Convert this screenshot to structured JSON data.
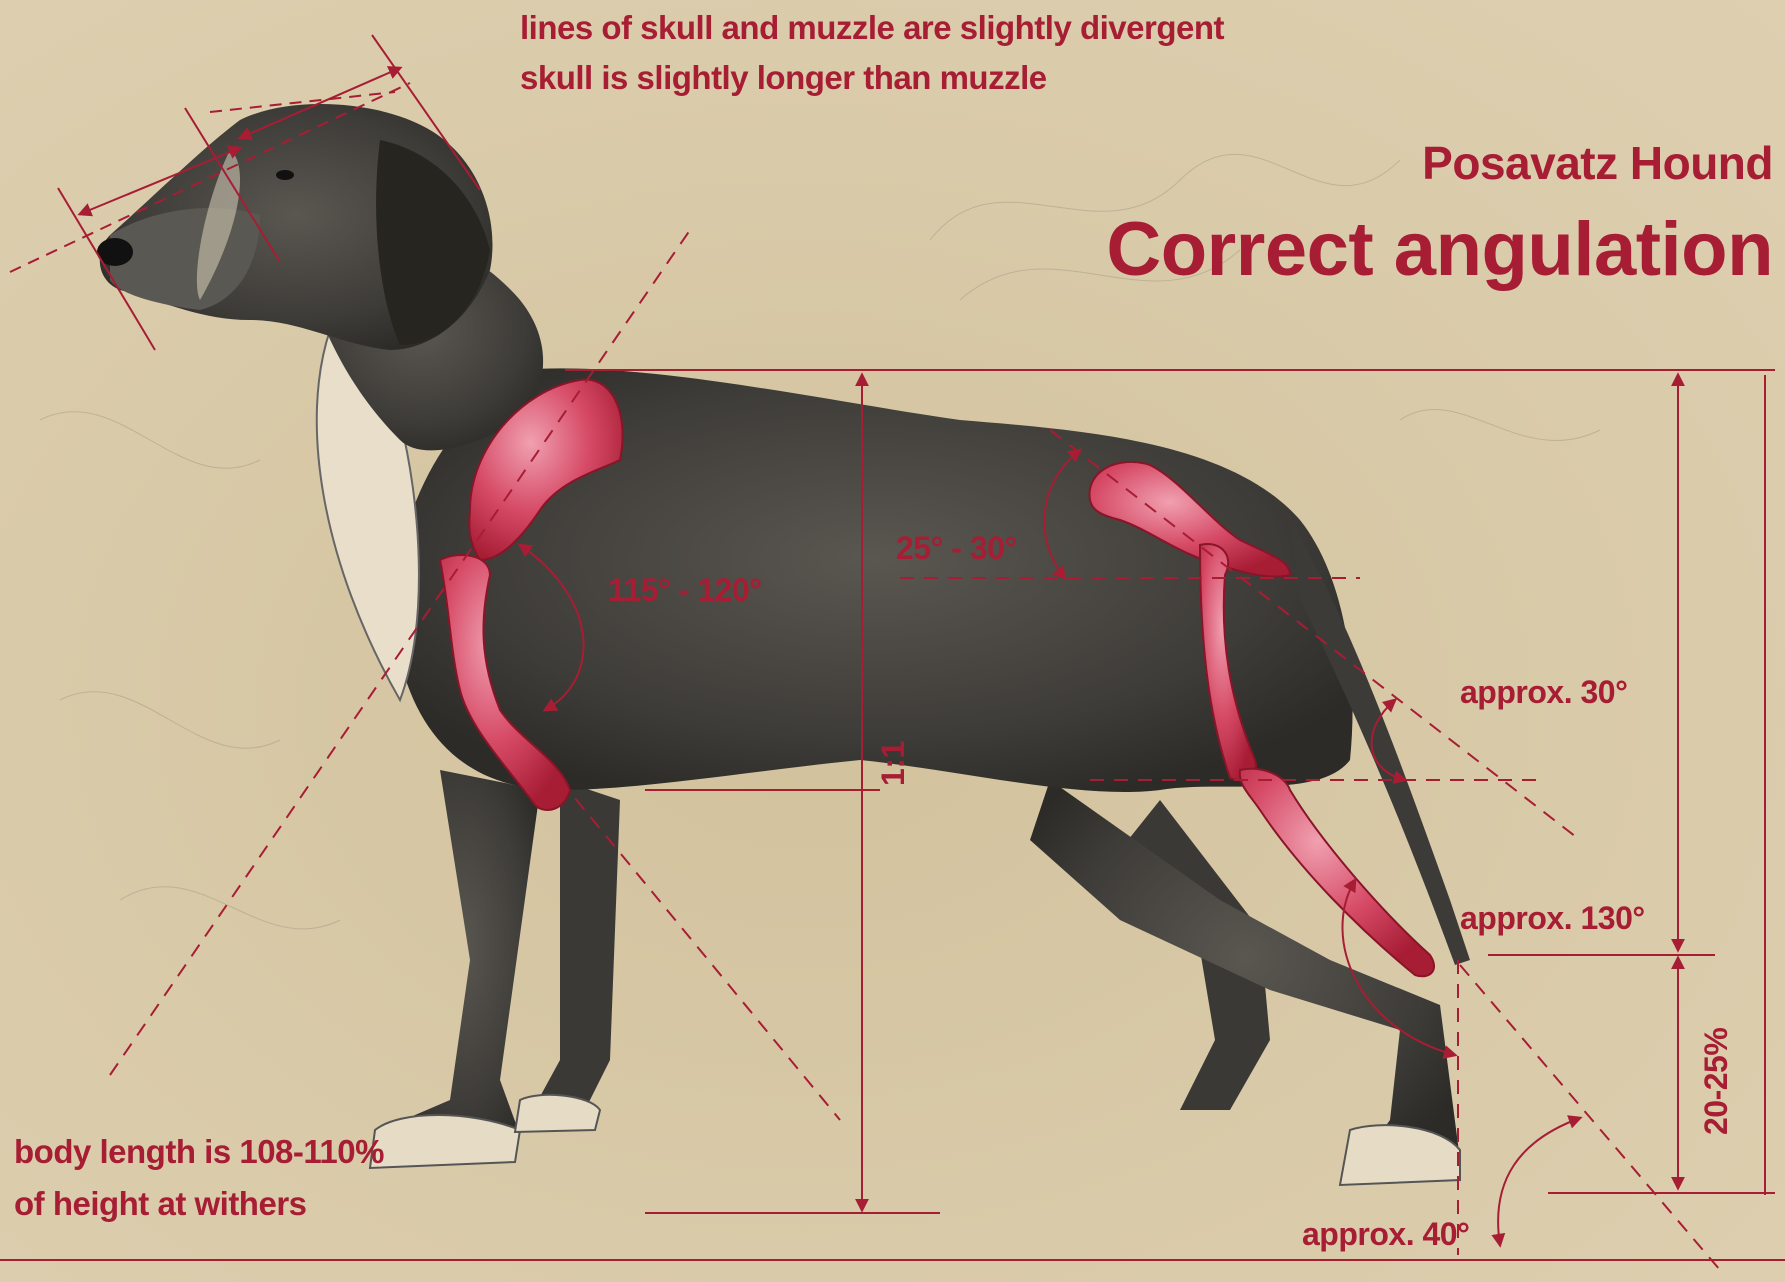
{
  "title": {
    "breed": "Posavatz Hound",
    "heading": "Correct angulation"
  },
  "notes": {
    "head_line1": "lines of skull and muzzle are slightly divergent",
    "head_line2": "skull is slightly longer than muzzle",
    "body_line1": "body length is 108-110%",
    "body_line2": "of height at withers"
  },
  "angles": {
    "shoulder": "115° - 120°",
    "pelvis": "25° - 30°",
    "hip": "approx. 30°",
    "hock": "approx. 130°",
    "pastern": "approx. 40°"
  },
  "ratios": {
    "chest": "1:1",
    "hock_height": "20-25%"
  },
  "colors": {
    "accent": "#a71d34",
    "bone": "#d64a66",
    "paper": "#d8c9a8",
    "sketch": "#3a3a3a"
  }
}
